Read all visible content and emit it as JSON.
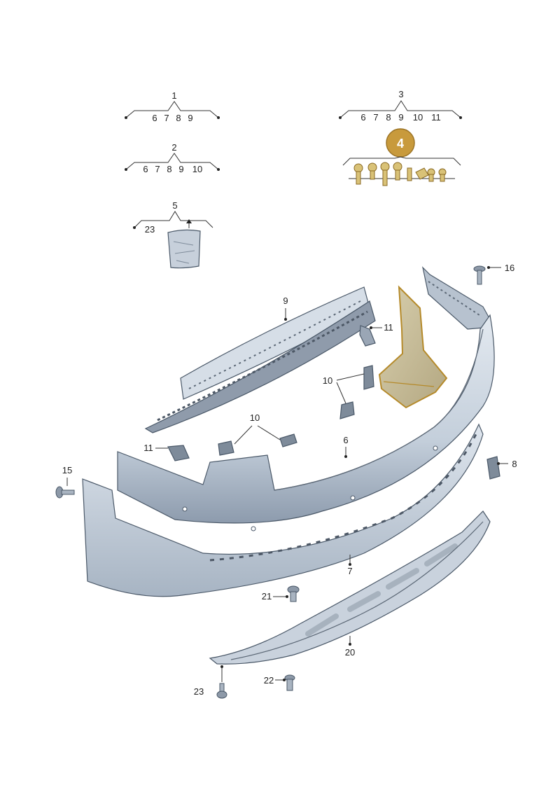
{
  "groups": {
    "g1": {
      "label": "1",
      "items": [
        "6",
        "7",
        "8",
        "9"
      ]
    },
    "g2": {
      "label": "2",
      "items": [
        "6",
        "7",
        "8",
        "9",
        "10"
      ]
    },
    "g3": {
      "label": "3",
      "items": [
        "6",
        "7",
        "8",
        "9",
        "10",
        "11"
      ]
    },
    "g4": {
      "label": "4"
    },
    "g5": {
      "label": "5",
      "item": "23"
    }
  },
  "callouts": {
    "c6": "6",
    "c7": "7",
    "c8": "8",
    "c9": "9",
    "c10a": "10",
    "c10b": "10",
    "c11a": "11",
    "c11b": "11",
    "c15": "15",
    "c16": "16",
    "c20": "20",
    "c21": "21",
    "c22": "22",
    "c23": "23"
  },
  "colors": {
    "highlight_fill": "#c8bd97",
    "highlight_stroke": "#b58a2a",
    "badge_fill": "#c89a3c",
    "part_fill": "#cfd8e2",
    "part_dark": "#8f9bab"
  }
}
